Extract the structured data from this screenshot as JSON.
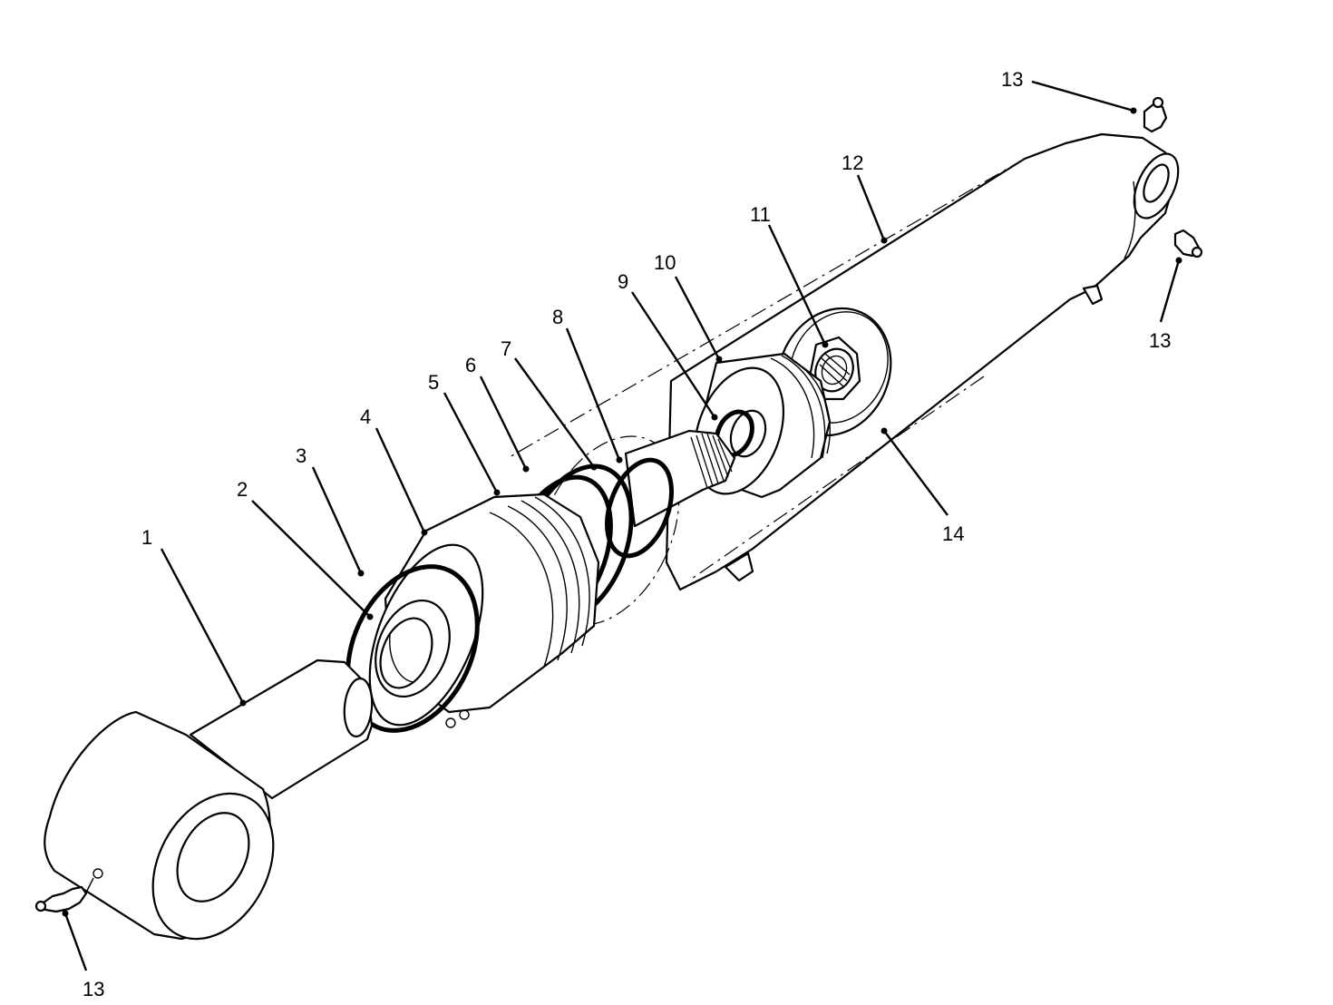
{
  "diagram": {
    "callouts": [
      {
        "id": "c1",
        "label": "1"
      },
      {
        "id": "c2",
        "label": "2"
      },
      {
        "id": "c3",
        "label": "3"
      },
      {
        "id": "c4",
        "label": "4"
      },
      {
        "id": "c5",
        "label": "5"
      },
      {
        "id": "c6",
        "label": "6"
      },
      {
        "id": "c7",
        "label": "7"
      },
      {
        "id": "c8",
        "label": "8"
      },
      {
        "id": "c9",
        "label": "9"
      },
      {
        "id": "c10",
        "label": "10"
      },
      {
        "id": "c11",
        "label": "11"
      },
      {
        "id": "c12",
        "label": "12"
      },
      {
        "id": "c13a",
        "label": "13"
      },
      {
        "id": "c13b",
        "label": "13"
      },
      {
        "id": "c13c",
        "label": "13"
      },
      {
        "id": "c14",
        "label": "14"
      }
    ],
    "colors": {
      "line": "#000000",
      "background": "#ffffff"
    }
  }
}
